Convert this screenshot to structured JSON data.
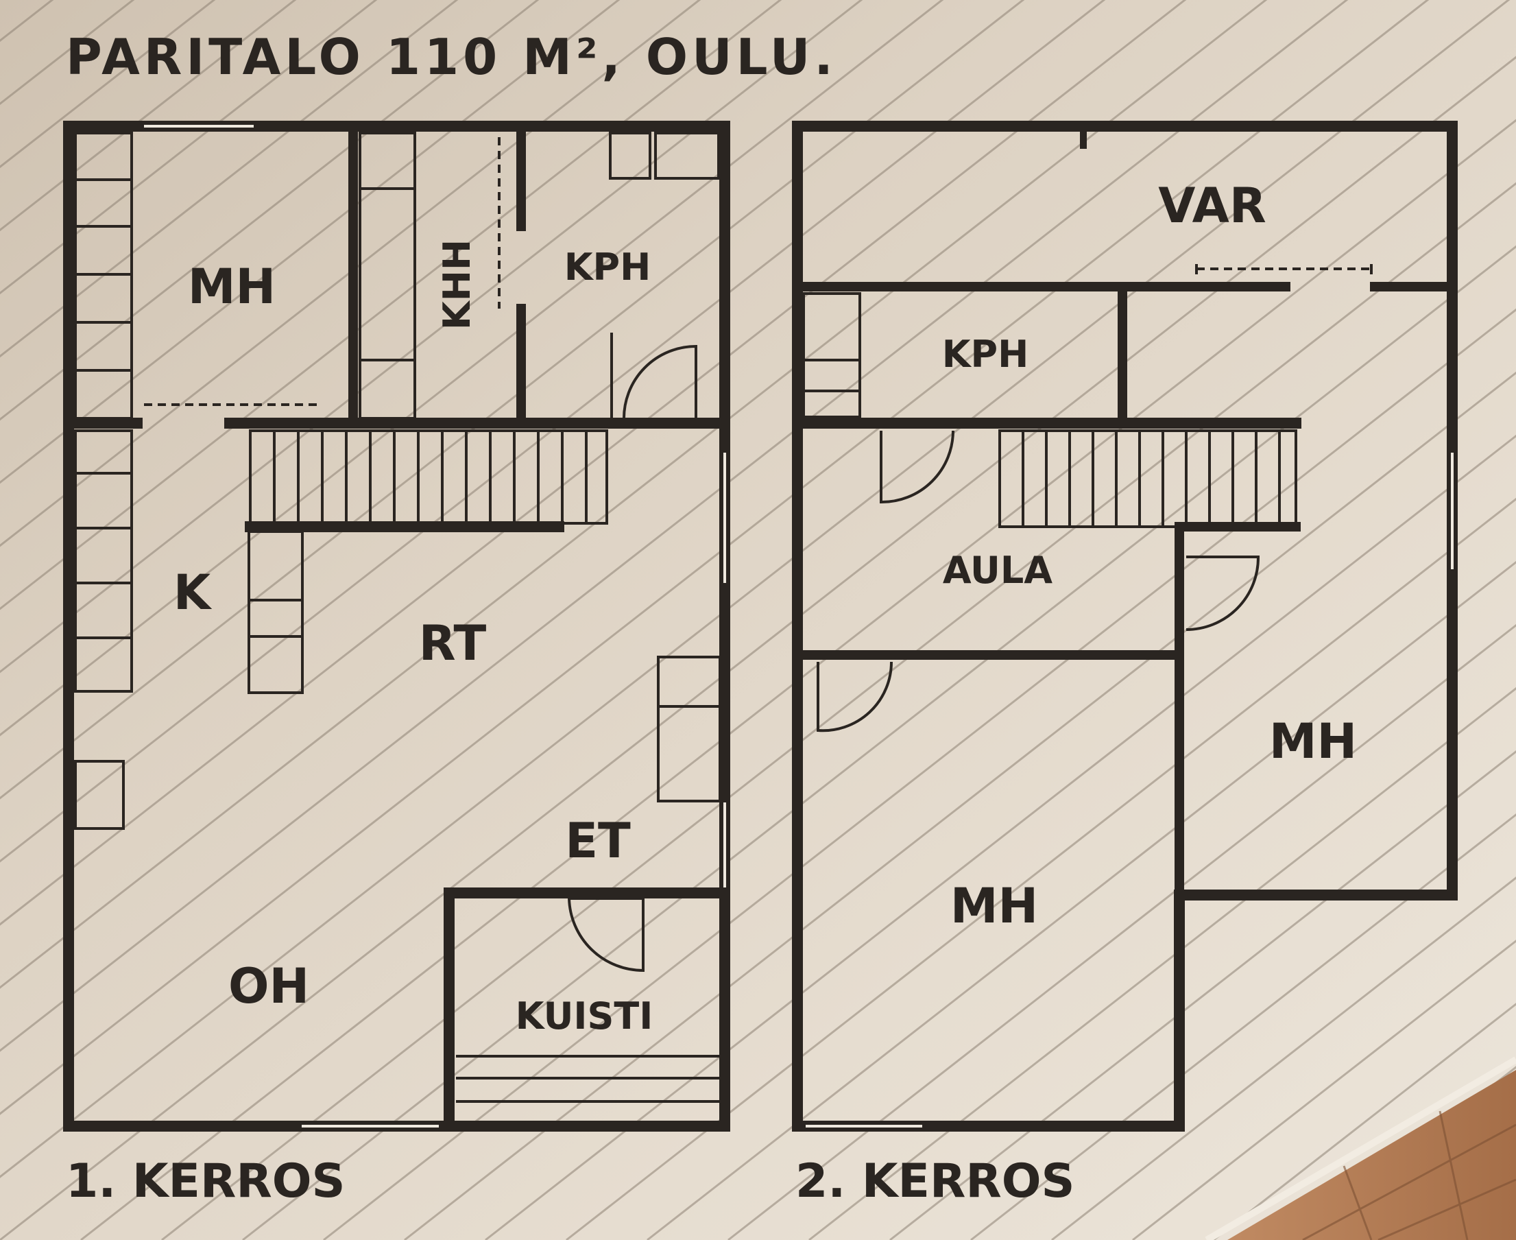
{
  "header": {
    "title": "PARITALO 110 M², OULU."
  },
  "floors": [
    {
      "label": "1. KERROS",
      "rooms": {
        "mh": "MH",
        "khh": "KHH",
        "kph": "KPH",
        "k": "K",
        "rt": "RT",
        "et": "ET",
        "oh": "OH",
        "kuisti": "KUISTI"
      }
    },
    {
      "label": "2. KERROS",
      "rooms": {
        "var": "VAR",
        "kph": "KPH",
        "aula": "AULA",
        "mh_right": "MH",
        "mh_large": "MH"
      }
    }
  ],
  "colors": {
    "ink": "#2a2521",
    "wood_light": "#d9cdbd",
    "wood_plank_line": "#8f8375",
    "parquet": "#b07a54"
  }
}
